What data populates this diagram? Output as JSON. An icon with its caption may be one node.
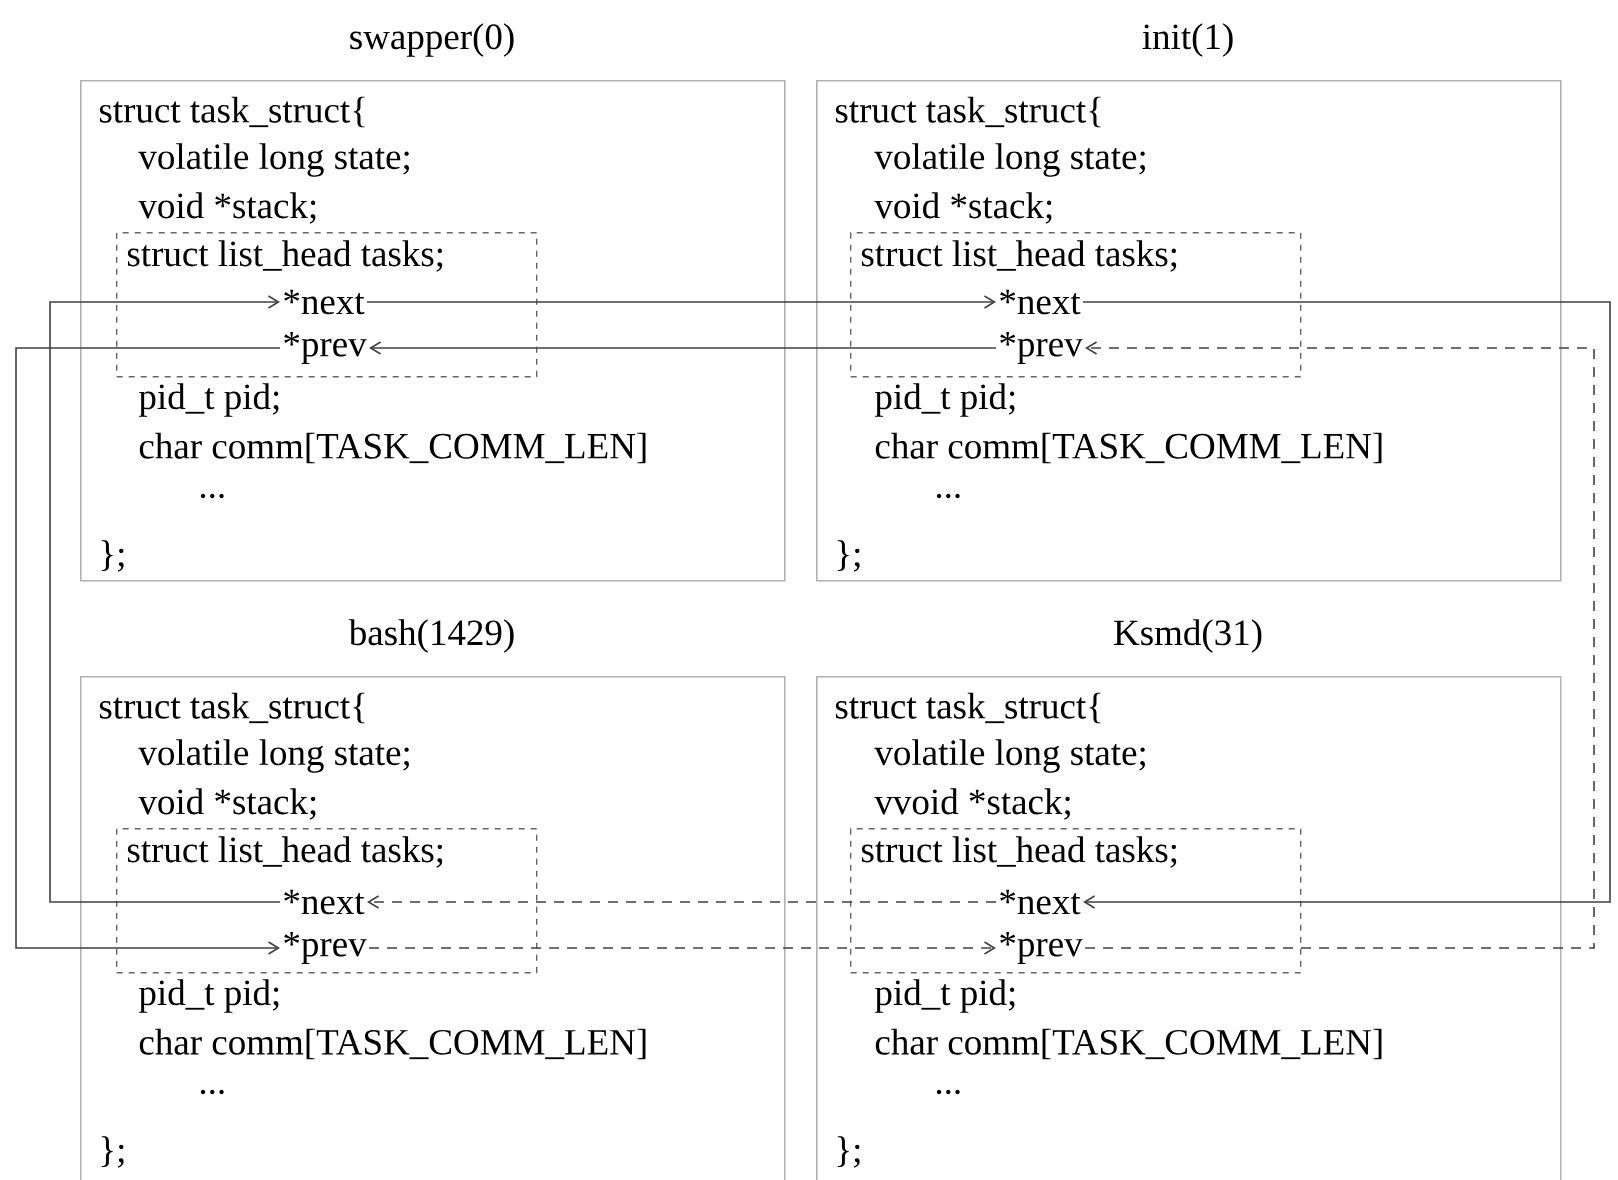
{
  "diagram": {
    "nodes": [
      {
        "text": [
          "swapper(0)",
          "struct task_struct{",
          "volatile long state;",
          "void *stack;",
          "pid_t pid;",
          "char comm[TASK_COMM_LEN]",
          "...",
          "};"
        ]
      },
      {
        "text": [
          "struct list_head tasks;"
        ],
        "in": 0
      },
      {
        "text": [
          "*next"
        ],
        "in": 1
      },
      {
        "text": [
          "*prev"
        ],
        "in": 1
      },
      {
        "text": [
          "init(1)",
          "struct task_struct{",
          "volatile long state;",
          "void *stack;",
          "pid_t pid;",
          "char comm[TASK_COMM_LEN]",
          "...",
          "};"
        ]
      },
      {
        "text": [
          "struct list_head tasks;"
        ],
        "in": 4
      },
      {
        "text": [
          "*next"
        ],
        "in": 5
      },
      {
        "text": [
          "*prev"
        ],
        "in": 5
      },
      {
        "text": [
          "bash(1429)",
          "struct task_struct{",
          "volatile long state;",
          "void *stack;",
          "pid_t pid;",
          "char comm[TASK_COMM_LEN]",
          "...",
          "};"
        ]
      },
      {
        "text": [
          "struct list_head tasks;"
        ],
        "in": 8
      },
      {
        "text": [
          "*next"
        ],
        "in": 9
      },
      {
        "text": [
          "*prev"
        ],
        "in": 9
      },
      {
        "text": [
          "Ksmd(31)",
          "struct task_struct{",
          "volatile long state;",
          "vvoid *stack;",
          "pid_t pid;",
          "char comm[TASK_COMM_LEN]",
          "...",
          "};"
        ]
      },
      {
        "text": [
          "struct list_head tasks;"
        ],
        "in": 12
      },
      {
        "text": [
          "*next"
        ],
        "in": 13
      },
      {
        "text": [
          "*prev"
        ],
        "in": 13
      }
    ],
    "edges": [
      {
        "from": 2,
        "to": 6,
        "arrow": "to"
      },
      {
        "from": 6,
        "to": 14,
        "arrow": "to"
      },
      {
        "from": 14,
        "to": 10,
        "arrow": "to",
        "style": "dashed"
      },
      {
        "from": 10,
        "to": 2,
        "arrow": "to"
      },
      {
        "from": 3,
        "to": 11,
        "arrow": "to"
      },
      {
        "from": 11,
        "to": 15,
        "arrow": "to",
        "style": "dashed"
      },
      {
        "from": 15,
        "to": 7,
        "arrow": "to",
        "style": "dashed"
      },
      {
        "from": 7,
        "to": 3,
        "arrow": "to"
      }
    ]
  }
}
